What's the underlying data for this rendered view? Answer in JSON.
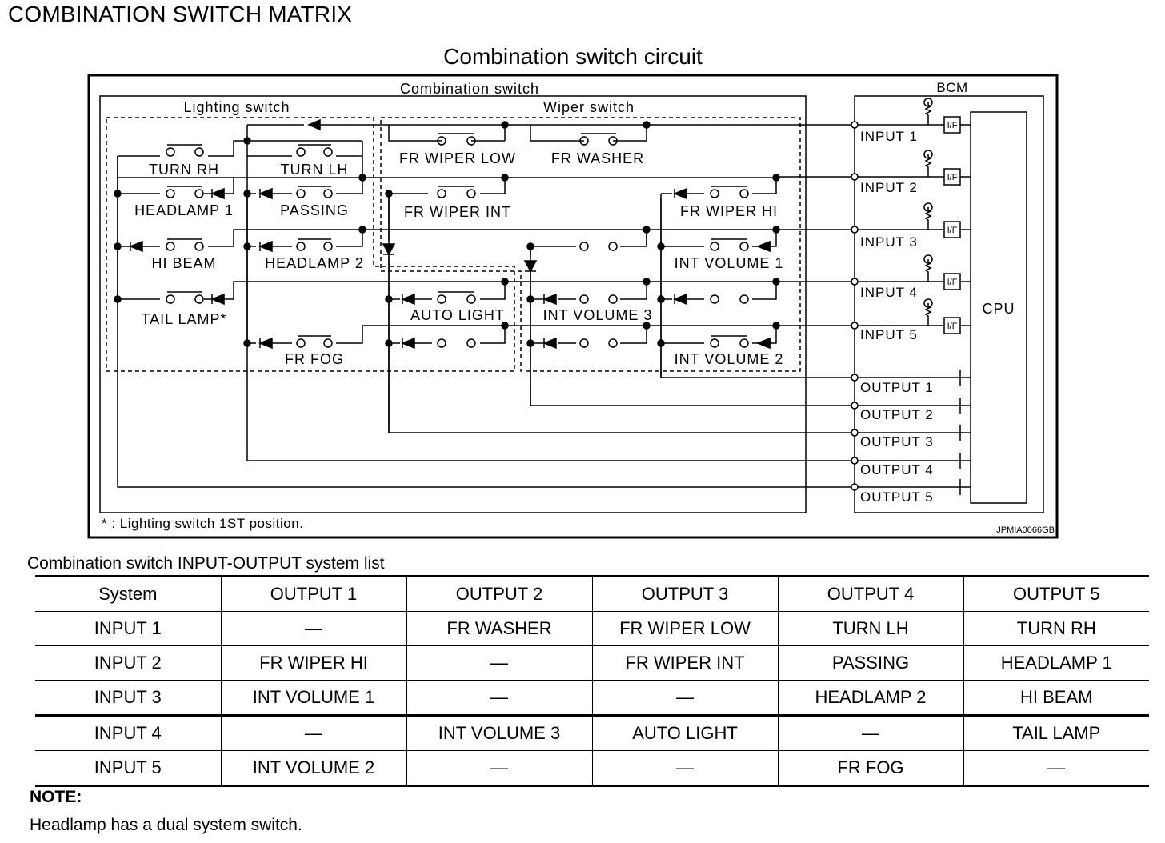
{
  "page_title": "COMBINATION SWITCH MATRIX",
  "diagram": {
    "title": "Combination switch circuit",
    "combination_switch_label": "Combination switch",
    "lighting_switch_label": "Lighting switch",
    "wiper_switch_label": "Wiper switch",
    "bcm_label": "BCM",
    "cpu_label": "CPU",
    "if_label": "I/F",
    "footnote": "* : Lighting switch 1ST position.",
    "figure_code": "JPMIA0066GB",
    "switches": {
      "turn_rh": "TURN RH",
      "turn_lh": "TURN LH",
      "headlamp_1": "HEADLAMP 1",
      "passing": "PASSING",
      "hi_beam": "HI BEAM",
      "headlamp_2": "HEADLAMP 2",
      "tail_lamp": "TAIL LAMP*",
      "fr_fog": "FR FOG",
      "fr_wiper_low": "FR WIPER LOW",
      "fr_washer": "FR WASHER",
      "fr_wiper_int": "FR WIPER INT",
      "fr_wiper_hi": "FR WIPER HI",
      "int_volume_1": "INT VOLUME 1",
      "auto_light": "AUTO LIGHT",
      "int_volume_3": "INT VOLUME 3",
      "int_volume_2": "INT VOLUME 2"
    },
    "inputs": [
      "INPUT 1",
      "INPUT 2",
      "INPUT 3",
      "INPUT 4",
      "INPUT 5"
    ],
    "outputs": [
      "OUTPUT 1",
      "OUTPUT 2",
      "OUTPUT 3",
      "OUTPUT 4",
      "OUTPUT 5"
    ]
  },
  "table": {
    "caption": "Combination switch INPUT-OUTPUT system list",
    "headers": [
      "System",
      "OUTPUT 1",
      "OUTPUT 2",
      "OUTPUT 3",
      "OUTPUT 4",
      "OUTPUT 5"
    ],
    "rows": [
      [
        "INPUT 1",
        "—",
        "FR WASHER",
        "FR WIPER LOW",
        "TURN LH",
        "TURN RH"
      ],
      [
        "INPUT 2",
        "FR WIPER HI",
        "—",
        "FR WIPER INT",
        "PASSING",
        "HEADLAMP 1"
      ],
      [
        "INPUT 3",
        "INT VOLUME 1",
        "—",
        "—",
        "HEADLAMP 2",
        "HI BEAM"
      ],
      [
        "INPUT 4",
        "—",
        "INT VOLUME 3",
        "AUTO LIGHT",
        "—",
        "TAIL LAMP"
      ],
      [
        "INPUT 5",
        "INT VOLUME 2",
        "—",
        "—",
        "FR FOG",
        "—"
      ]
    ]
  },
  "note": {
    "title": "NOTE:",
    "text": "Headlamp has a dual system switch."
  }
}
